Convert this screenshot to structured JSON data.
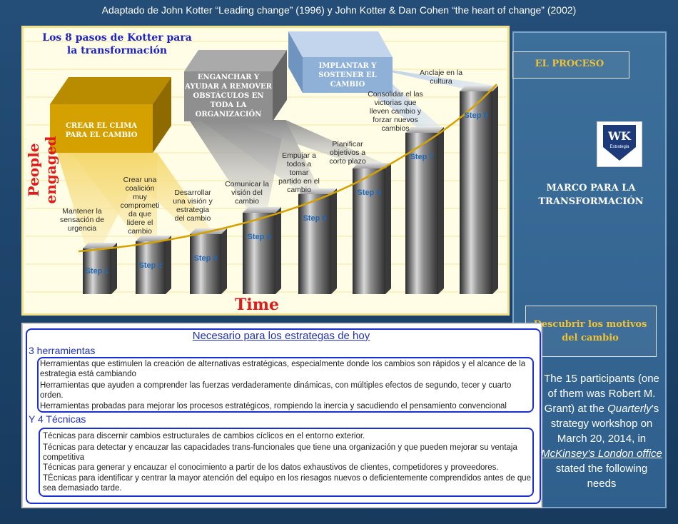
{
  "header": {
    "citation": "Adaptado de John Kotter “Leading change” (1996) y John Kotter & Dan Cohen “the heart of change” (2002)"
  },
  "chart": {
    "title_line1": "Los 8 pasos de Kotter para",
    "title_line2": "la transformación",
    "y_axis_label": "People engaged",
    "x_axis_label": "Time",
    "steps": [
      {
        "label": "Step 1",
        "desc": [
          "Mantener la",
          "sensación de",
          "urgencia"
        ]
      },
      {
        "label": "Step 2",
        "desc": [
          "Crear una",
          "coalición",
          "muy",
          "comprometi",
          "da que",
          "lidere el",
          "cambio"
        ]
      },
      {
        "label": "Step 3",
        "desc": [
          "Desarrollar",
          "una visión y",
          "estrategia",
          "del cambio"
        ]
      },
      {
        "label": "Step 4",
        "desc": [
          "Comunicar la",
          "visión del",
          "cambio"
        ]
      },
      {
        "label": "Step 5",
        "desc": [
          "Empujar a",
          "todos a",
          "tomar",
          "partido en el",
          "cambio"
        ]
      },
      {
        "label": "Step 6",
        "desc": [
          "Planificar",
          "objetivos a",
          "corto plazo"
        ]
      },
      {
        "label": "Step 7",
        "desc": [
          "Consolidar el las",
          "victorias que",
          "lleven cambio y",
          "forzar nuevos",
          "cambios"
        ]
      },
      {
        "label": "Step 8",
        "desc": [
          "Anclaje en la",
          "cultura"
        ]
      }
    ],
    "phase_boxes": [
      {
        "text": [
          "CREAR EL CLIMA",
          "PARA EL CAMBIO"
        ],
        "color": "#d4a100"
      },
      {
        "text": [
          "ENGANCHAR Y",
          "AYUDAR A REMOVER",
          "OBSTÁCULOS EN",
          "TODA LA",
          "ORGANIZACIÓN"
        ],
        "color": "#8f8f8f"
      },
      {
        "text": [
          "IMPLANTAR Y",
          "SOSTENER EL",
          "CAMBIO"
        ],
        "color": "#8fb1d8"
      }
    ]
  },
  "right_panel": {
    "proceso": "EL PROCESO",
    "marco_line1": "MARCO PARA LA",
    "marco_line2": "TRANSFORMACIÓN",
    "descubrir_line1": "Descubrir los motivos",
    "descubrir_line2": "del cambio",
    "logo_text": "WK",
    "logo_sub": "Estrategia",
    "quote_parts": {
      "a": "The 15 participants (one of them was Robert M. Grant) at the",
      "b": "Quarterly",
      "c": "’s strategy workshop on March 20, 2014, in",
      "d": "McKinsey’s London office",
      "e": "stated the following needs"
    }
  },
  "bottom": {
    "title": "Necesario para los estrategas de hoy",
    "herramientas_title": "3 herramientas",
    "herramientas": [
      "Herramientas que estimulen la creación de alternativas estratégicas, especialmente donde los cambios son rápidos y el alcance de la estrategia está cambiando",
      "Herramientas que ayuden a comprender las fuerzas verdaderamente dinámicas, con múltiples efectos de segundo, tecer y cuarto orden.",
      "Herramientas probadas para mejorar los procesos estratégicos, rompiendo la inercia y sacudiendo el pensamiento convencional"
    ],
    "tecnicas_title": "Y 4 Técnicas",
    "tecnicas": [
      "Técnicas para discernir cambios estructurales de cambios cíclicos en el entorno exterior.",
      "Técnicas para detectar y encauzar las capacidades trans-funcionales  que tiene una organización y que pueden mejorar su ventaja competitiva",
      "Técnicas para generar y encauzar el conocimiento a partir de los datos exhaustivos de clientes, competidores y proveedores.",
      "TÉcnicas para identificar y centrar la mayor atención del equipo en los riesagos nuevos o deficientemente comprendidos antes de que sea demasiado tarde."
    ]
  },
  "colors": {
    "brand_blue": "#1c2fd6",
    "axis_red": "#e01b1b",
    "gold": "#d4a100",
    "panel_blue": "#2f5f8c"
  }
}
